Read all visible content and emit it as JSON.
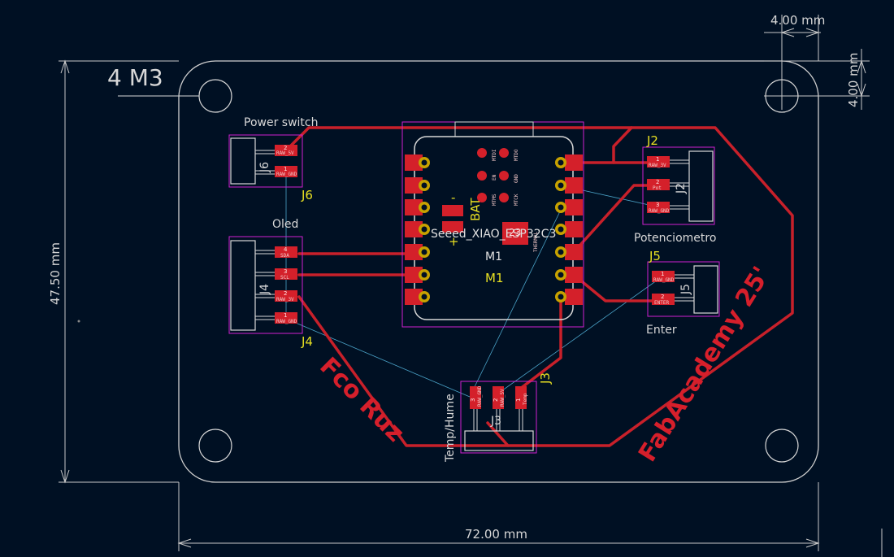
{
  "board": {
    "mounting_label": "4 M3",
    "dimensions": {
      "width": "72.00 mm",
      "height": "47.50 mm",
      "hole_x": "4.00 mm",
      "hole_y": "4.00 mm"
    }
  },
  "module": {
    "name": "Seeed_XIAO_ESP32C3",
    "ref_top": "M1",
    "ref_bottom": "M1",
    "bat_label": "BAT",
    "plus": "+",
    "minus": "-",
    "thermal_num": "23",
    "thermal_label": "THERMAL",
    "jtag": [
      {
        "left": "MTDI",
        "right": "MTDO"
      },
      {
        "left": "EN",
        "right": "GND"
      },
      {
        "left": "MTMS",
        "right": "MTCK"
      }
    ]
  },
  "connectors": {
    "j6": {
      "ref": "J6",
      "ref_body": "J6",
      "value": "Power switch",
      "pins": [
        {
          "num": "2",
          "label": "RAW_5V"
        },
        {
          "num": "1",
          "label": "RAW_GND"
        }
      ]
    },
    "j4": {
      "ref": "J4",
      "ref_body": "J4",
      "value": "Oled",
      "pins": [
        {
          "num": "4",
          "label": "SDA"
        },
        {
          "num": "3",
          "label": "SCL"
        },
        {
          "num": "2",
          "label": "RAW_3V"
        },
        {
          "num": "1",
          "label": "RAW_GND"
        }
      ]
    },
    "j2": {
      "ref": "J2",
      "ref_body": "J2",
      "value": "Potenciometro",
      "pins": [
        {
          "num": "1",
          "label": "RAW_3V"
        },
        {
          "num": "2",
          "label": "Pot"
        },
        {
          "num": "3",
          "label": "RAW_GND"
        }
      ]
    },
    "j5": {
      "ref": "J5",
      "ref_body": "J5",
      "value": "Enter",
      "pins": [
        {
          "num": "1",
          "label": "RAW_GND"
        },
        {
          "num": "2",
          "label": "ENTER"
        }
      ]
    },
    "j3": {
      "ref": "J3",
      "ref_body": "J3",
      "value": "Temp/Hume",
      "pins": [
        {
          "num": "3",
          "label": "RAW_GND"
        },
        {
          "num": "2",
          "label": "RAW_5V"
        },
        {
          "num": "1",
          "label": "Temp"
        }
      ]
    }
  },
  "silkscreen": {
    "author": "Fco Ruz",
    "course": "FabAcademy 25'"
  },
  "colors": {
    "background": "#001023",
    "edge": "#d0d0d0",
    "track": "#c8202a",
    "pad": "#d4202a",
    "gold_pad": "#c7a200",
    "courtyard": "#d020d0",
    "ratsnest": "#4aa3c8"
  }
}
